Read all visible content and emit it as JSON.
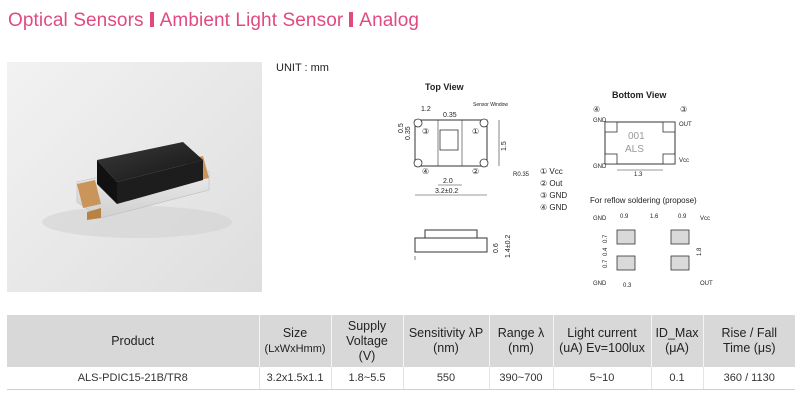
{
  "header": {
    "segments": [
      "Optical Sensors",
      "Ambient Light Sensor",
      "Analog"
    ]
  },
  "unit_label": "UNIT : mm",
  "drawing": {
    "top_view_title": "Top View",
    "bottom_view_title": "Bottom View",
    "reflow_title": "For reflow soldering (propose)",
    "sensor_window_label": "Sensor Window",
    "radius_label": "R0.35",
    "dims_top": {
      "d1": "1.2",
      "d2": "0.35",
      "d3": "0.5",
      "d4": "0.35",
      "d5": "1.5",
      "d6": "2.0",
      "d7": "3.2±0.2"
    },
    "dims_side": {
      "d1": "0.6",
      "d2": "1.4±0.2"
    },
    "pins": [
      "① Vcc",
      "② Out",
      "③ GND",
      "④ GND"
    ],
    "bottom_pad_labels": {
      "tl": "GND",
      "tr": "OUT",
      "bl": "GND",
      "br": "Vcc"
    },
    "bottom_marking": [
      "001",
      "ALS"
    ],
    "bottom_dim": "1.3",
    "reflow": {
      "top_dims": [
        "0.9",
        "1.6",
        "0.9"
      ],
      "left_dims": [
        "0.7",
        "0.4",
        "0.7"
      ],
      "right_dim": "1.8",
      "bottom_dim": "0.3",
      "labels": {
        "tl": "GND",
        "tr": "Vcc",
        "bl": "GND",
        "br": "OUT"
      }
    }
  },
  "table": {
    "headers": [
      {
        "main": "Product",
        "sub": ""
      },
      {
        "main": "Size",
        "sub": "(LxWxHmm)"
      },
      {
        "main": "Supply Voltage",
        "sub": "(V)"
      },
      {
        "main": "Sensitivity λP",
        "sub": "(nm)"
      },
      {
        "main": "Range λ",
        "sub": "(nm)"
      },
      {
        "main": "Light current",
        "sub": "(uA) Ev=100lux"
      },
      {
        "main": "ID_Max",
        "sub": "(μA)"
      },
      {
        "main": "Rise / Fall",
        "sub": "Time (μs)"
      }
    ],
    "rows": [
      [
        "ALS-PDIC15-21B/TR8",
        "3.2x1.5x1.1",
        "1.8~5.5",
        "550",
        "390~700",
        "5~10",
        "0.1",
        "360 / 1130"
      ]
    ]
  }
}
